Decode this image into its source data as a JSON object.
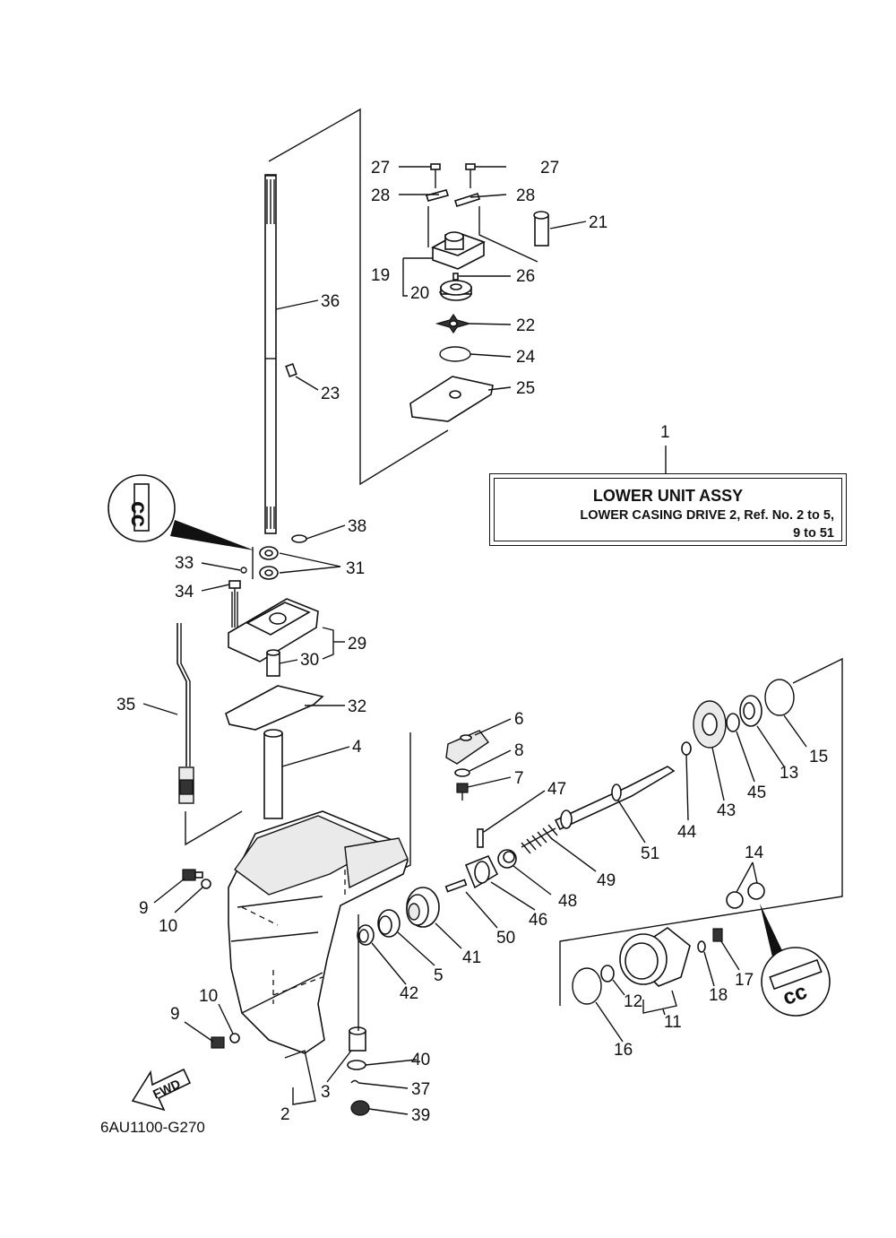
{
  "diagram_code": "6AU1100-G270",
  "title_box": {
    "ref": "1",
    "title": "LOWER UNIT ASSY",
    "line1": "LOWER CASING DRIVE 2,  Ref. No. 2 to 5,",
    "line2": "9 to 51"
  },
  "fwd_label": "FWD",
  "callout_text": "cc",
  "labels": {
    "l27a": "27",
    "l27b": "27",
    "l28a": "28",
    "l28b": "28",
    "l21": "21",
    "l19": "19",
    "l26": "26",
    "l20": "20",
    "l22": "22",
    "l24": "24",
    "l25": "25",
    "l36": "36",
    "l23": "23",
    "l38": "38",
    "l33": "33",
    "l31": "31",
    "l34": "34",
    "l29": "29",
    "l30": "30",
    "l35": "35",
    "l32": "32",
    "l4": "4",
    "l6": "6",
    "l8": "8",
    "l7": "7",
    "l47": "47",
    "l15": "15",
    "l13": "13",
    "l45": "45",
    "l43": "43",
    "l44": "44",
    "l51": "51",
    "l49": "49",
    "l14": "14",
    "l9a": "9",
    "l10a": "10",
    "l48": "48",
    "l46": "46",
    "l50": "50",
    "l41": "41",
    "l5": "5",
    "l42": "42",
    "l17": "17",
    "l18": "18",
    "l12": "12",
    "l11": "11",
    "l10b": "10",
    "l9b": "9",
    "l16": "16",
    "l40": "40",
    "l3": "3",
    "l37": "37",
    "l2": "2",
    "l39": "39"
  }
}
